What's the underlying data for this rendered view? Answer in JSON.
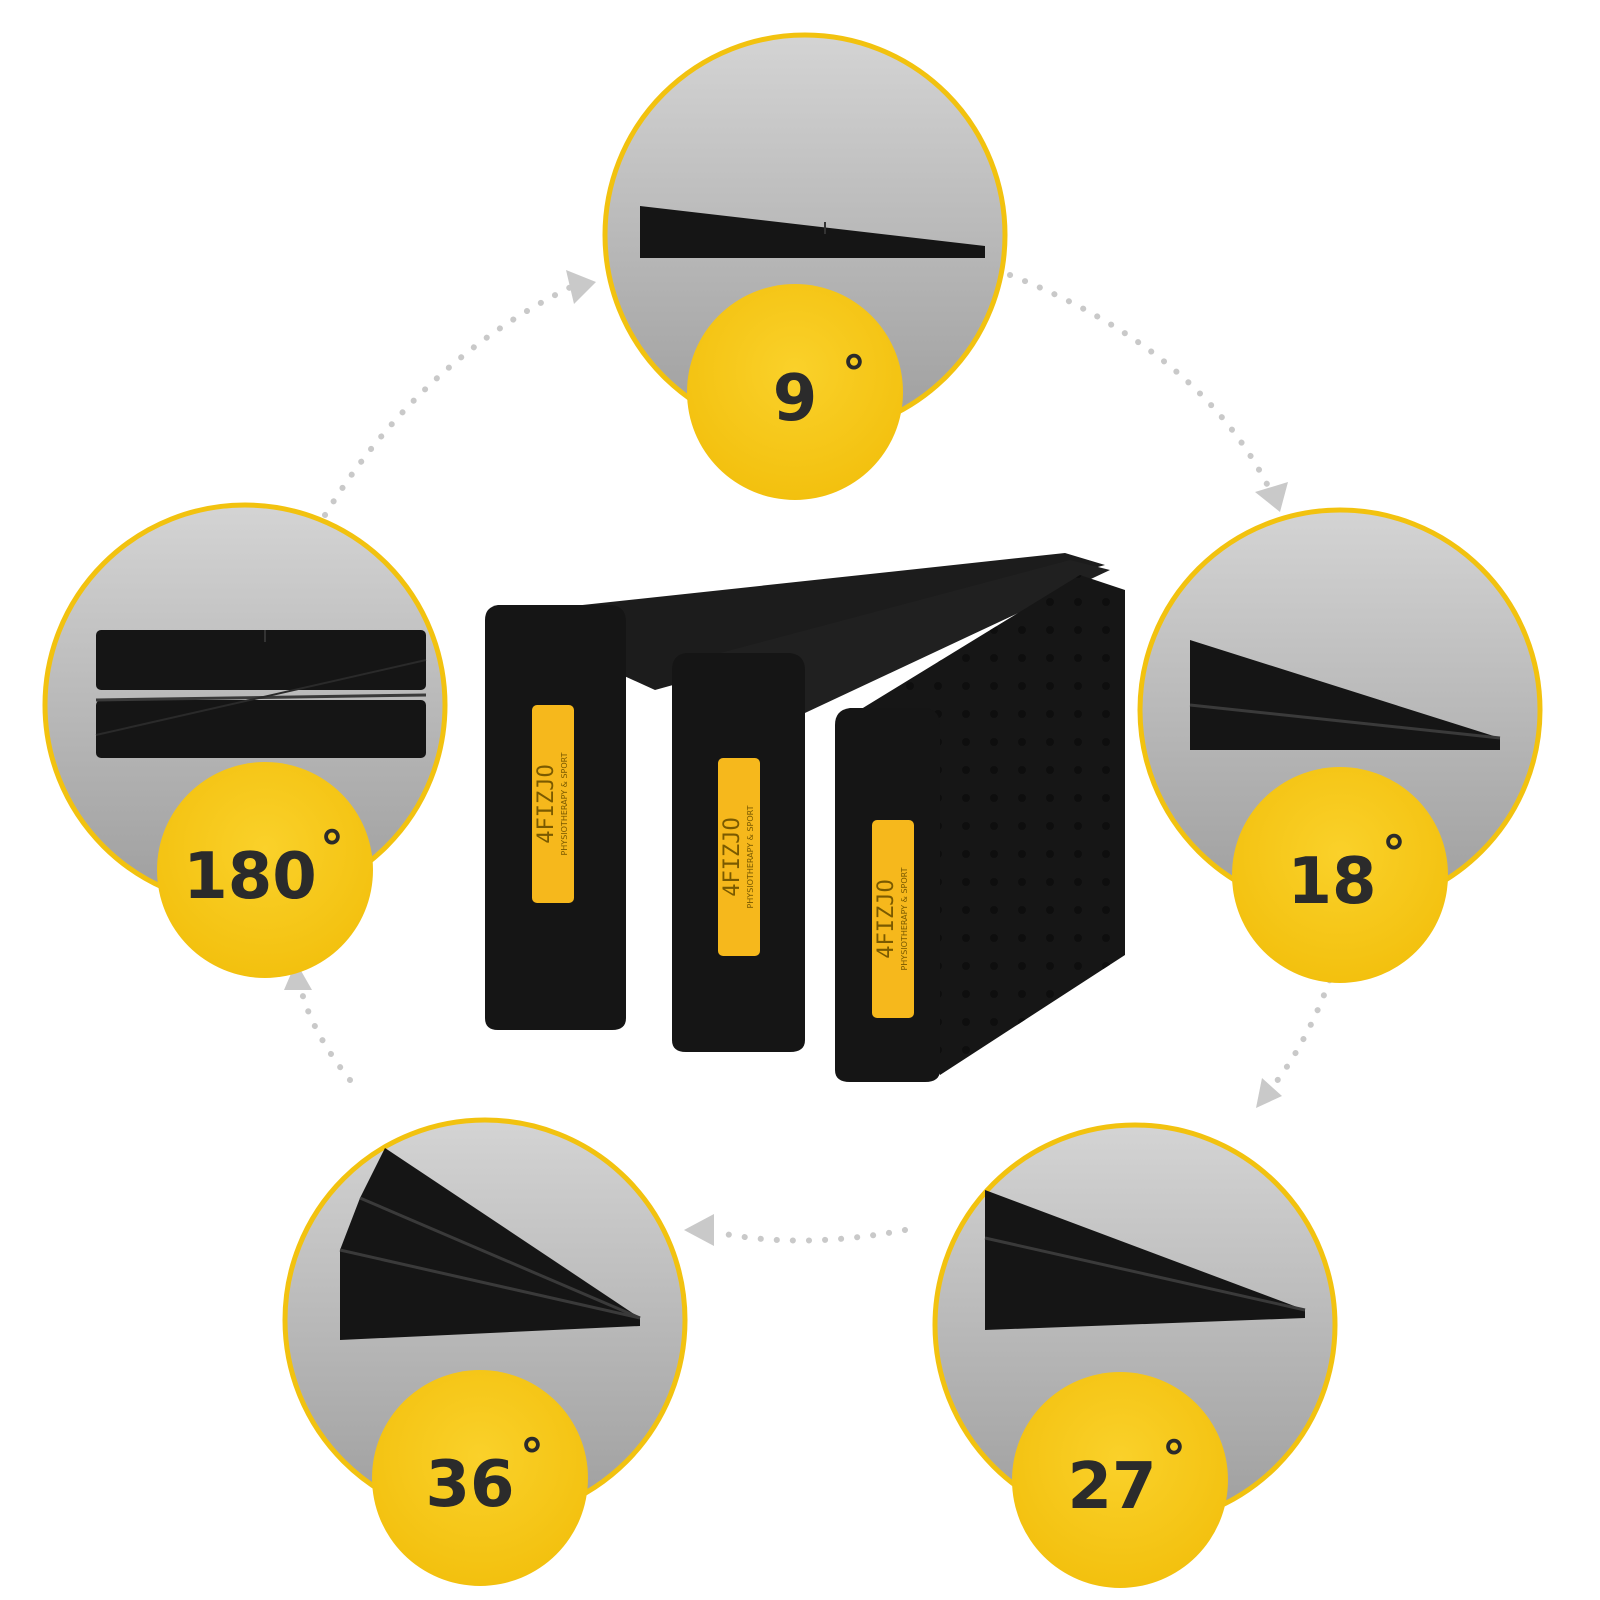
{
  "brand": {
    "logo_text": "4FIZJO",
    "tagline": "PHYSIOTHERAPY & SPORT",
    "accent_color": "#f6c714",
    "ring_color": "#f2c20f",
    "product_color": "#151515"
  },
  "angles": [
    {
      "label": "9",
      "unit": "°"
    },
    {
      "label": "18",
      "unit": "°"
    },
    {
      "label": "27",
      "unit": "°"
    },
    {
      "label": "36",
      "unit": "°"
    },
    {
      "label": "180",
      "unit": "°"
    }
  ]
}
